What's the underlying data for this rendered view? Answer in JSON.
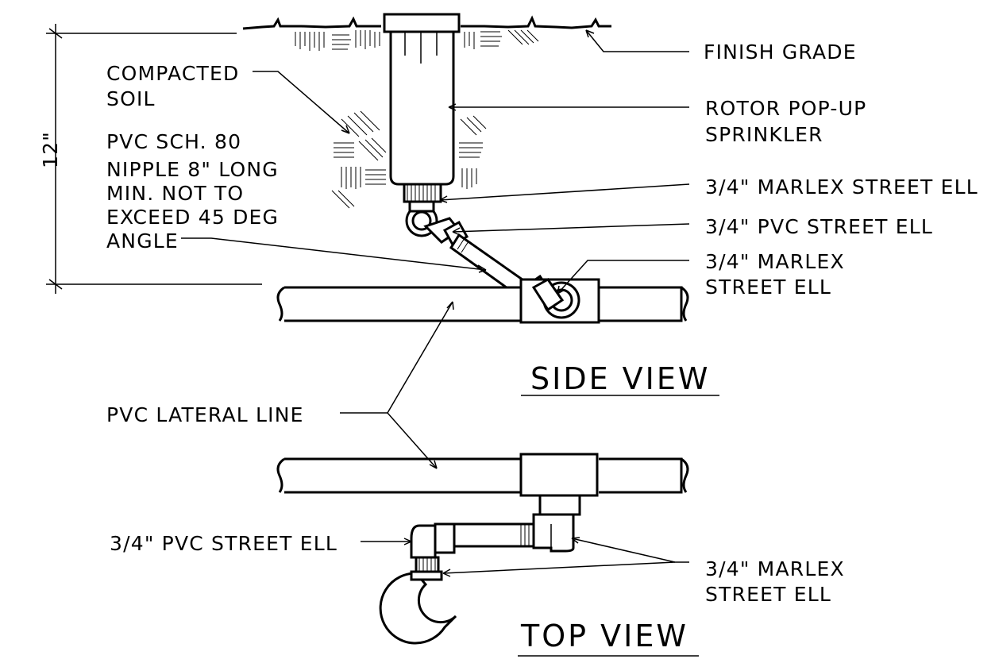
{
  "labels": {
    "finish_grade": "FINISH GRADE",
    "compacted_soil": [
      "COMPACTED",
      "SOIL"
    ],
    "rotor": [
      "ROTOR POP-UP",
      "SPRINKLER"
    ],
    "pvc_nipple": [
      "PVC SCH. 80",
      "NIPPLE 8\" LONG",
      "MIN. NOT TO",
      "EXCEED 45 DEG",
      "ANGLE"
    ],
    "marlex_ell_1": "3/4\" MARLEX STREET ELL",
    "pvc_ell_side": "3/4\" PVC STREET ELL",
    "marlex_ell_2": [
      "3/4\" MARLEX",
      "STREET ELL"
    ],
    "lateral_line": "PVC LATERAL LINE",
    "pvc_ell_top": "3/4\" PVC STREET ELL",
    "marlex_ell_top": [
      "3/4\" MARLEX",
      "STREET ELL"
    ],
    "dimension": "12\""
  },
  "titles": {
    "side_view": "SIDE VIEW",
    "top_view": "TOP VIEW"
  },
  "colors": {
    "line": "#000000",
    "background": "#ffffff"
  }
}
